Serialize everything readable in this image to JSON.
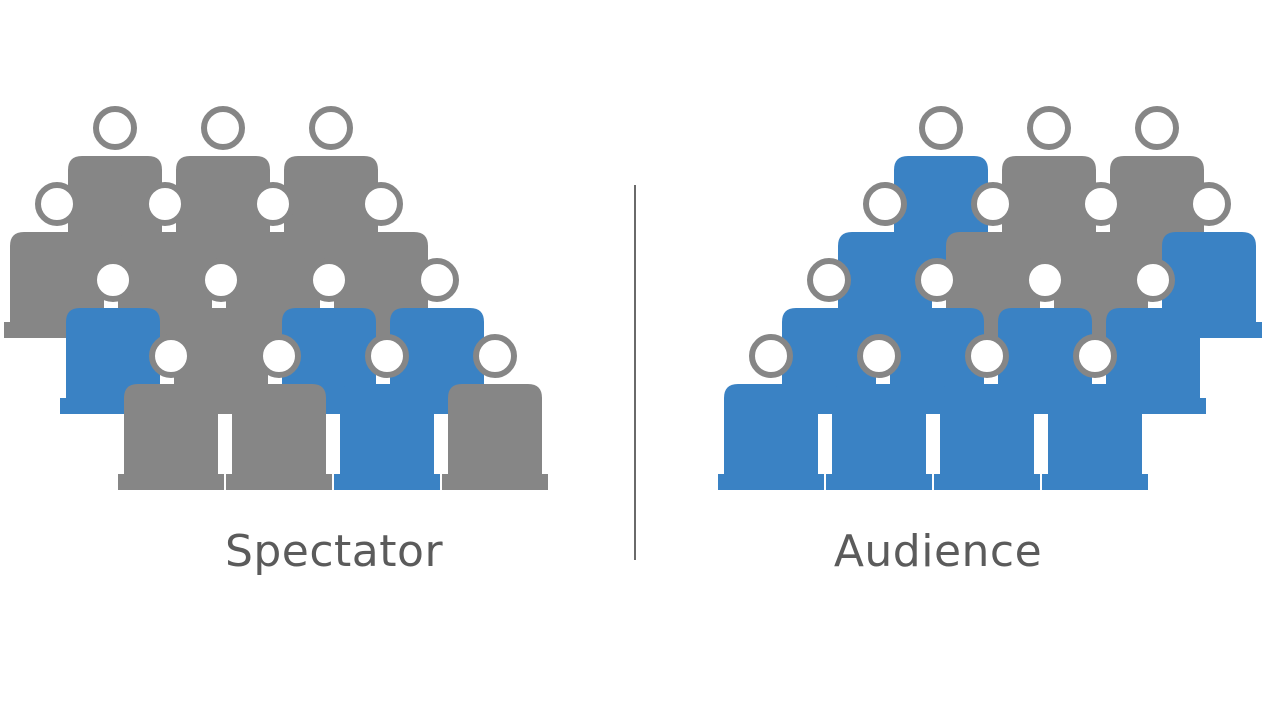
{
  "colors": {
    "gray": "#868686",
    "blue": "#3a82c4",
    "head_fill": "#ffffff",
    "background": "#ffffff",
    "divider": "#6a6a6a",
    "text": "#5b5b5b"
  },
  "groups": [
    {
      "id": "spectator",
      "label": "Spectator",
      "rows": [
        [
          "gray",
          "gray",
          "gray"
        ],
        [
          "gray",
          "gray",
          "gray",
          "gray"
        ],
        [
          "blue",
          "gray",
          "blue",
          "blue"
        ],
        [
          "gray",
          "gray",
          "blue",
          "gray"
        ]
      ]
    },
    {
      "id": "audience",
      "label": "Audience",
      "rows": [
        [
          "blue",
          "gray",
          "gray"
        ],
        [
          "blue",
          "gray",
          "gray",
          "blue"
        ],
        [
          "blue",
          "blue",
          "blue",
          "blue"
        ],
        [
          "blue",
          "blue",
          "blue",
          "blue"
        ]
      ]
    }
  ]
}
